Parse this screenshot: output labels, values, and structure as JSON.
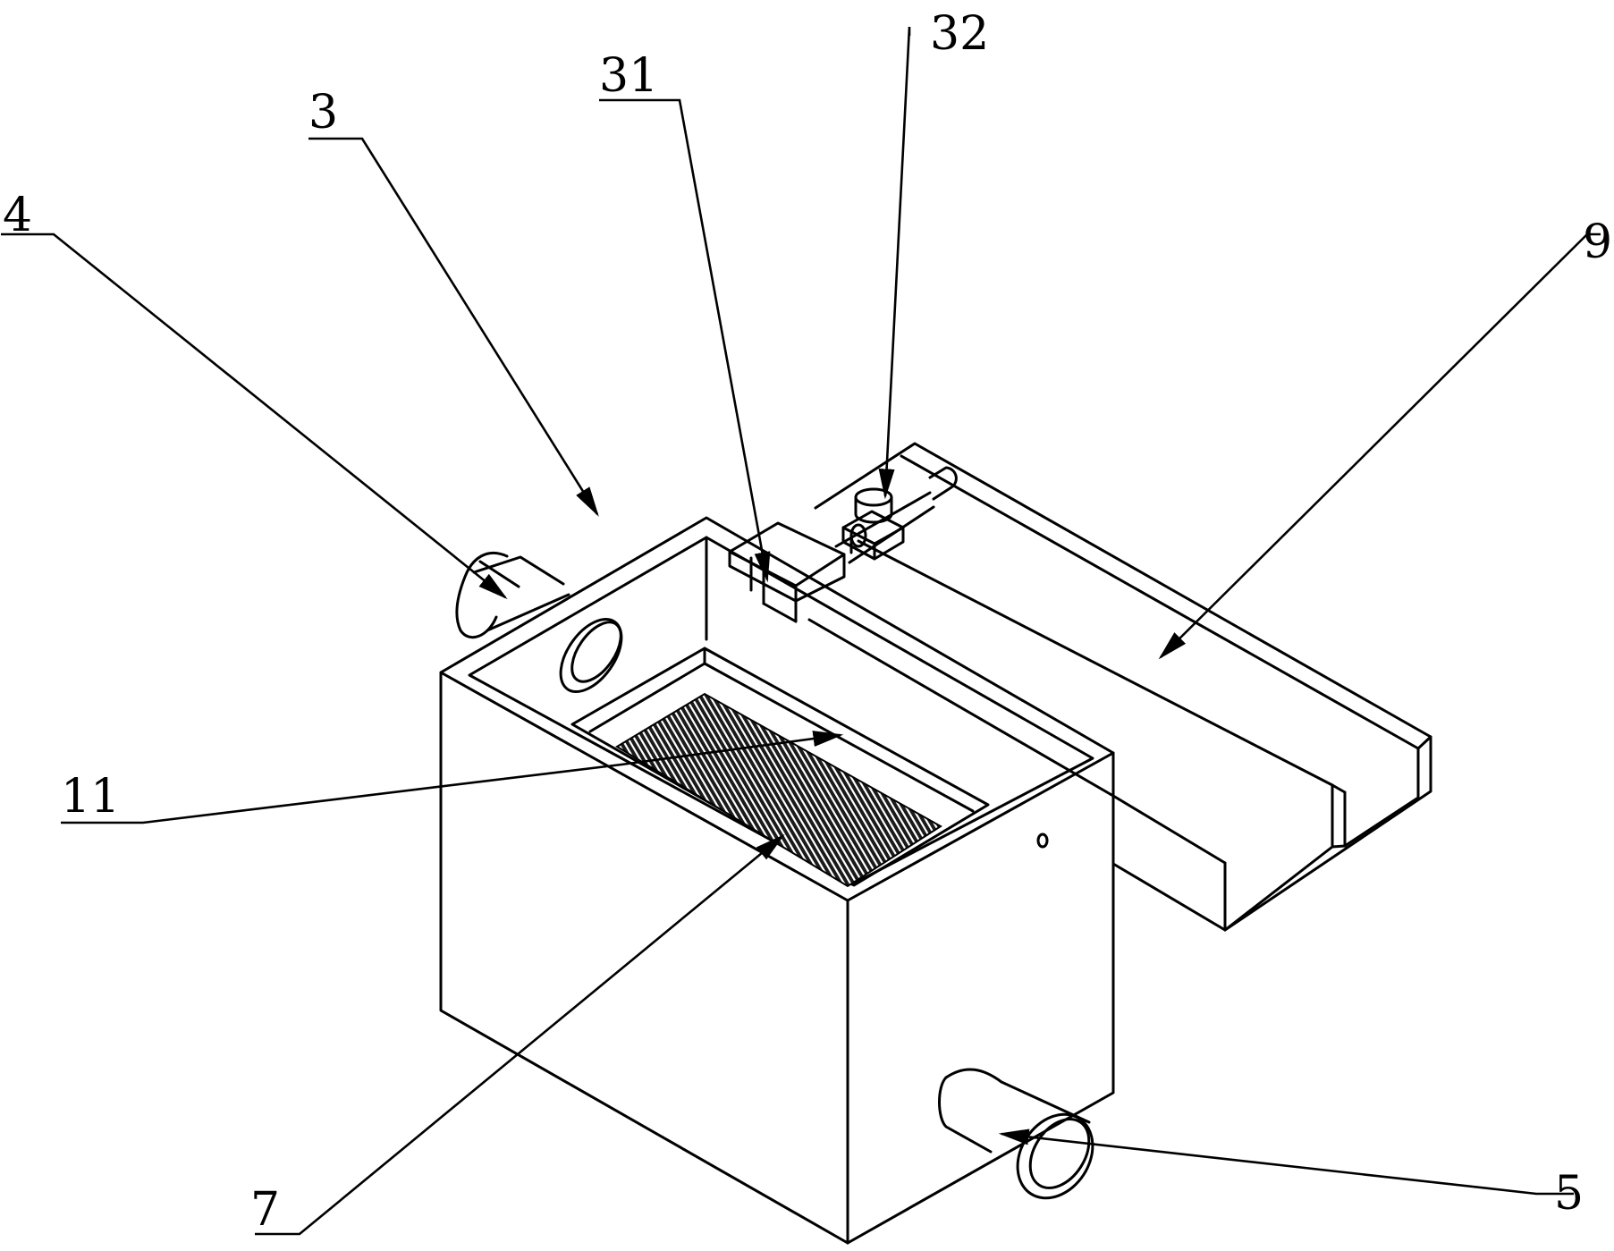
{
  "labels": {
    "l3": "3",
    "l4": "4",
    "l5": "5",
    "l7": "7",
    "l9": "9",
    "l11": "11",
    "l31": "31",
    "l32": "32"
  }
}
